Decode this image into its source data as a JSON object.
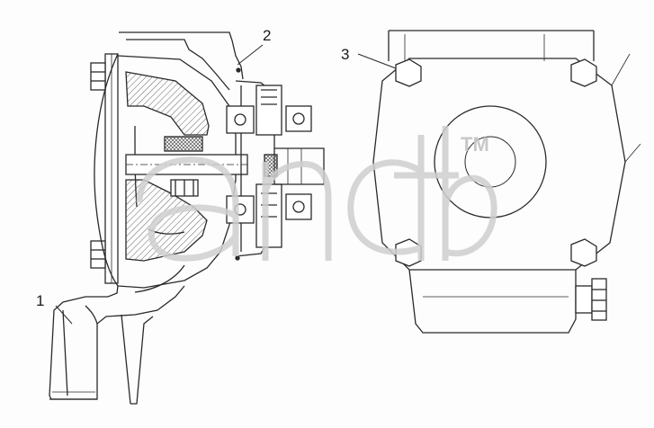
{
  "callouts": [
    {
      "id": "1",
      "label": "1"
    },
    {
      "id": "2",
      "label": "2"
    },
    {
      "id": "3",
      "label": "3"
    }
  ],
  "watermark": {
    "text": "TM",
    "color": "#c8c8c8"
  },
  "colors": {
    "line": "#2a2a2a",
    "hatch": "#555555",
    "watermark": "#cfcfcf"
  }
}
